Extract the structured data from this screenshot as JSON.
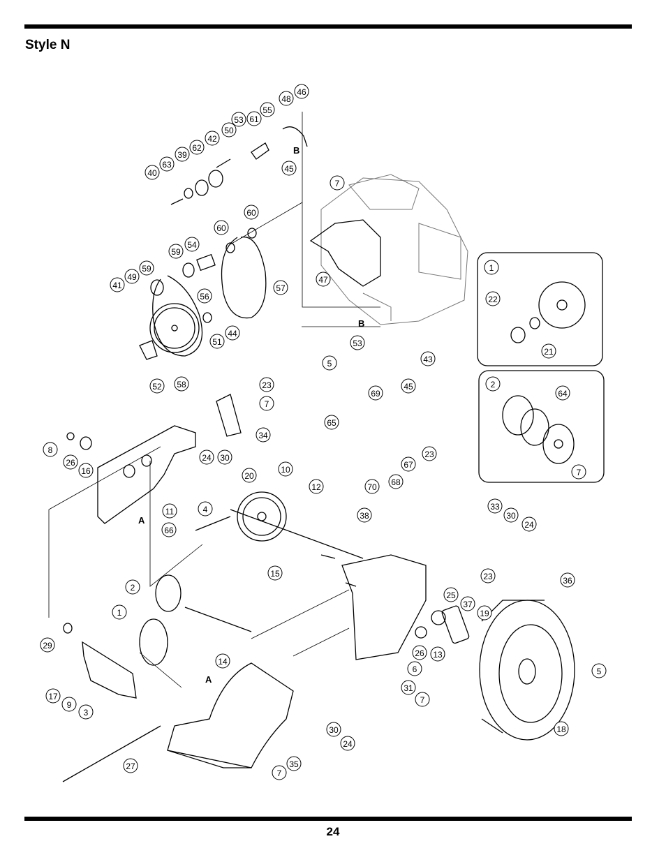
{
  "header": {
    "title": "Style N"
  },
  "footer": {
    "page_number": "24"
  },
  "diagram": {
    "ref_letters": [
      "B",
      "B",
      "A",
      "A"
    ],
    "callouts": [
      "48",
      "46",
      "53",
      "61",
      "55",
      "50",
      "42",
      "39",
      "62",
      "63",
      "40",
      "45",
      "7",
      "60",
      "60",
      "54",
      "59",
      "59",
      "49",
      "41",
      "56",
      "57",
      "44",
      "51",
      "52",
      "58",
      "47",
      "5",
      "53",
      "43",
      "23",
      "7",
      "34",
      "24",
      "30",
      "8",
      "26",
      "16",
      "69",
      "45",
      "65",
      "67",
      "23",
      "70",
      "68",
      "20",
      "10",
      "12",
      "11",
      "4",
      "66",
      "38",
      "15",
      "2",
      "1",
      "29",
      "14",
      "17",
      "9",
      "3",
      "27",
      "35",
      "7",
      "33",
      "30",
      "24",
      "23",
      "36",
      "25",
      "37",
      "19",
      "26",
      "13",
      "6",
      "31",
      "7",
      "30",
      "24",
      "5",
      "18",
      "1",
      "22",
      "21",
      "2",
      "64",
      "7"
    ]
  }
}
